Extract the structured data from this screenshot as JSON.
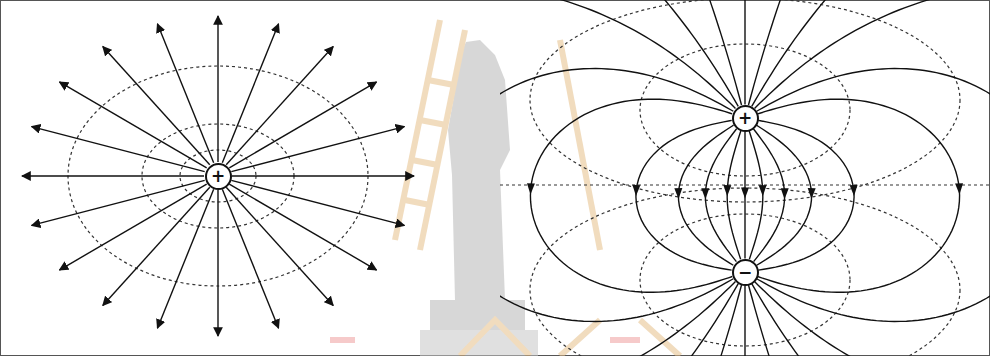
{
  "diagram": {
    "nodes": [
      {
        "text": [
          "+"
        ]
      },
      {
        "text": [
          "+"
        ]
      },
      {
        "text": [
          "−"
        ]
      }
    ],
    "edges": [
      {
        "from": 1,
        "to": 2,
        "arrow": "to"
      },
      {
        "from": 1,
        "to": 2,
        "arrow": "to"
      },
      {
        "from": 1,
        "to": 2,
        "arrow": "to"
      },
      {
        "from": 1,
        "to": 2,
        "arrow": "to"
      },
      {
        "from": 1,
        "to": 2,
        "arrow": "to"
      },
      {
        "from": 1,
        "to": 2,
        "arrow": "to"
      },
      {
        "from": 1,
        "to": 2,
        "arrow": "to"
      },
      {
        "from": 1,
        "to": 2,
        "arrow": "to"
      },
      {
        "from": 1,
        "to": 2,
        "arrow": "to"
      },
      {
        "from": 1,
        "to": 2,
        "arrow": "to"
      },
      {
        "from": 1,
        "to": 2,
        "arrow": "to"
      }
    ]
  }
}
